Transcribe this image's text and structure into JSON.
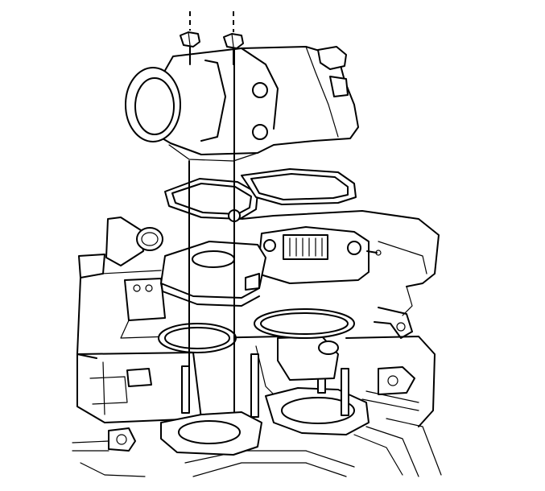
{
  "colors": {
    "background": "#ffffff",
    "line": "#000000"
  },
  "parts": [
    {
      "id": "bolt-left",
      "icon": "bolt-icon"
    },
    {
      "id": "bolt-right",
      "icon": "bolt-icon"
    },
    {
      "id": "thermostat-housing",
      "icon": "housing-icon"
    },
    {
      "id": "upper-gasket",
      "icon": "gasket-icon"
    },
    {
      "id": "water-outlet-adapter",
      "icon": "adapter-icon"
    },
    {
      "id": "lower-seal-left",
      "icon": "o-ring-icon"
    },
    {
      "id": "lower-seal-right",
      "icon": "o-ring-icon"
    },
    {
      "id": "intake-manifold",
      "icon": "manifold-icon"
    }
  ]
}
